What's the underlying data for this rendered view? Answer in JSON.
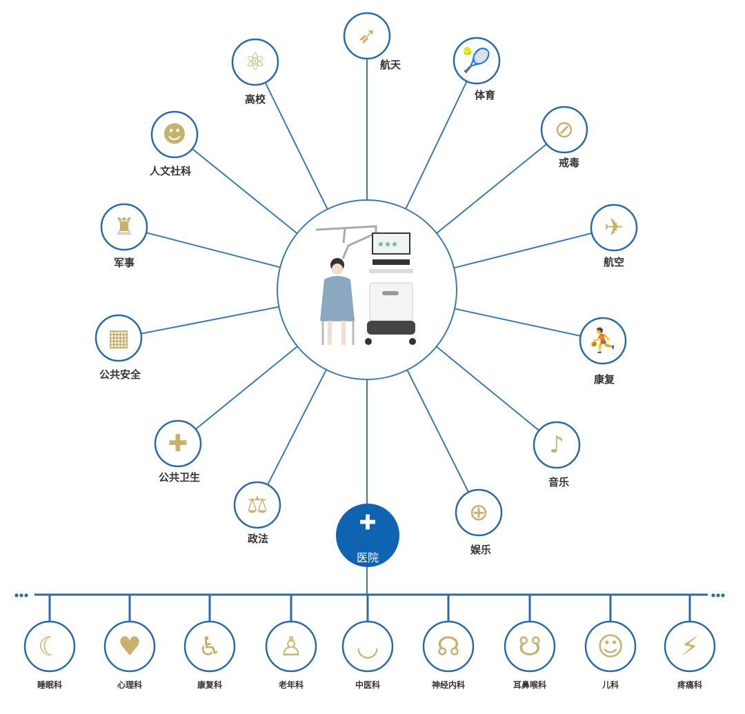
{
  "colors": {
    "line": "#3a78b0",
    "ring": "#2a68a8",
    "gold": "#c8b06e",
    "hub": "#0f63b0"
  },
  "hub": {
    "label": "医院",
    "icon": "hospital-icon"
  },
  "spokes": [
    {
      "label": "航天",
      "icon": "rocket-icon"
    },
    {
      "label": "体育",
      "icon": "tennis-player-icon"
    },
    {
      "label": "戒毒",
      "icon": "no-drugs-icon"
    },
    {
      "label": "航空",
      "icon": "airplane-icon"
    },
    {
      "label": "康复",
      "icon": "stretching-person-icon"
    },
    {
      "label": "音乐",
      "icon": "music-note-icon"
    },
    {
      "label": "娱乐",
      "icon": "gamepad-icon"
    },
    {
      "label": "政法",
      "icon": "gavel-icon"
    },
    {
      "label": "公共卫生",
      "icon": "medical-cross-icon"
    },
    {
      "label": "公共安全",
      "icon": "buildings-icon"
    },
    {
      "label": "军事",
      "icon": "soldier-icon"
    },
    {
      "label": "人文社科",
      "icon": "people-group-icon"
    },
    {
      "label": "高校",
      "icon": "atom-icon"
    }
  ],
  "departments": [
    {
      "label": "睡眠科",
      "icon": "moon-stars-icon"
    },
    {
      "label": "心理科",
      "icon": "heart-pulse-icon"
    },
    {
      "label": "康复科",
      "icon": "wheelchair-icon"
    },
    {
      "label": "老年科",
      "icon": "elderly-cane-icon"
    },
    {
      "label": "中医科",
      "icon": "mortar-pestle-icon"
    },
    {
      "label": "神经内科",
      "icon": "brain-head-icon"
    },
    {
      "label": "耳鼻喉科",
      "icon": "ent-head-icon"
    },
    {
      "label": "儿科",
      "icon": "child-icon"
    },
    {
      "label": "疼痛科",
      "icon": "pain-icon"
    }
  ]
}
